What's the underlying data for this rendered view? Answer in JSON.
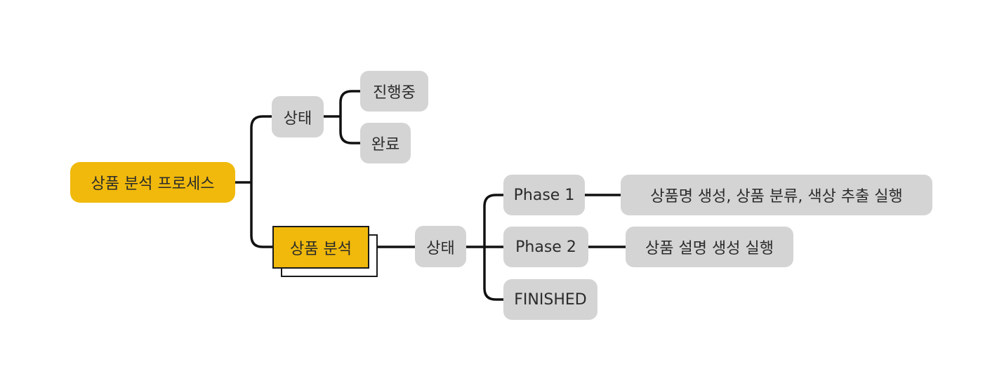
{
  "colors": {
    "root_fill": "#F0B90B",
    "main_fill": "#F0B90B",
    "node_fill": "#D4D4D4",
    "line": "#111111",
    "text": "#2B2B2B"
  },
  "root": {
    "label": "상품 분석 프로세스"
  },
  "status_branch": {
    "label": "상태",
    "children": [
      {
        "label": "진행중"
      },
      {
        "label": "완료"
      }
    ]
  },
  "analysis_branch": {
    "label": "상품 분석",
    "status": {
      "label": "상태",
      "phases": [
        {
          "label": "Phase 1",
          "detail": "상품명 생성, 상품 분류, 색상 추출 실행"
        },
        {
          "label": "Phase 2",
          "detail": "상품 설명 생성 실행"
        },
        {
          "label": "FINISHED"
        }
      ]
    }
  }
}
